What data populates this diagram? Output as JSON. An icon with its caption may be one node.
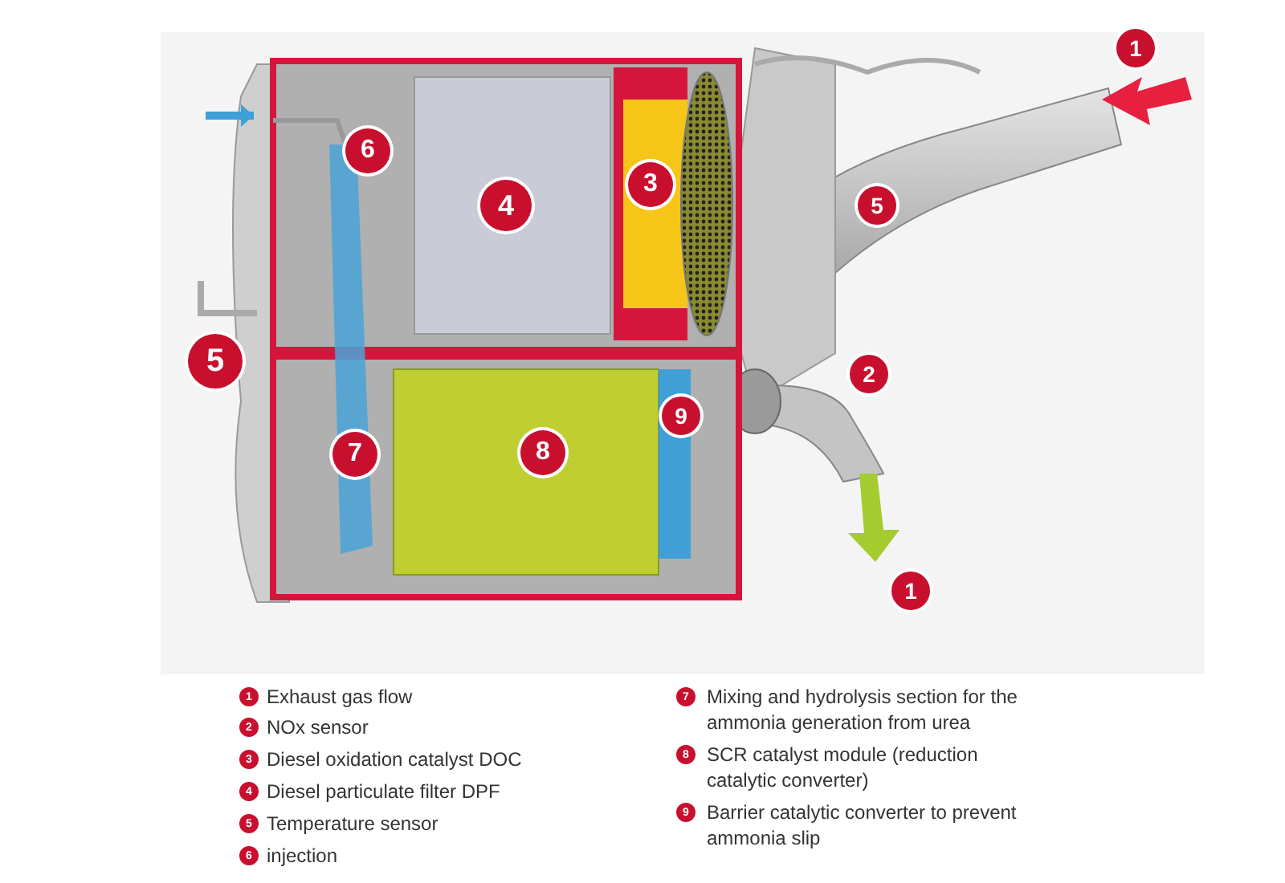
{
  "diagram": {
    "labels": [
      "1",
      "6",
      "4",
      "3",
      "5",
      "5",
      "2",
      "7",
      "8",
      "9",
      "1",
      "1",
      "Exhaust gas flow",
      "2",
      "NOx sensor",
      "3",
      "Diesel oxidation catalyst DOC",
      "4",
      "Diesel particulate filter DPF",
      "5",
      "Temperature sensor",
      "6",
      "injection",
      "7",
      "Mixing and hydrolysis section for the ammonia generation from urea",
      "8",
      "SCR catalyst module (reduction catalytic converter)",
      "9",
      "Barrier catalytic converter to prevent ammonia slip"
    ]
  }
}
